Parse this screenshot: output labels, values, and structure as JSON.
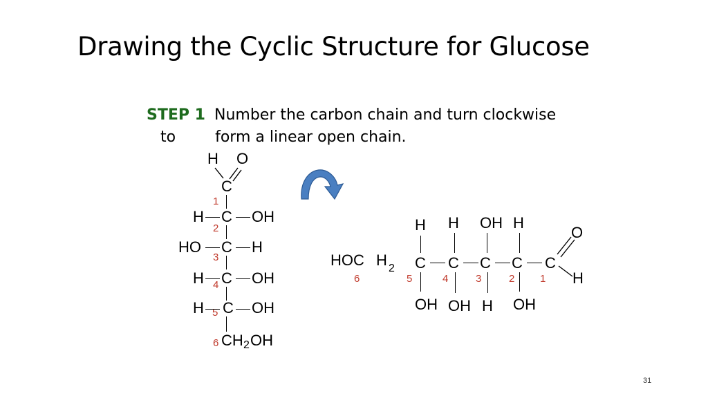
{
  "slide": {
    "title": "Drawing the Cyclic Structure for Glucose",
    "step_label": "STEP 1",
    "step_text_line1": "Number the carbon chain and turn clockwise",
    "step_text_line2_a": "to",
    "step_text_line2_b": "form a linear open chain.",
    "page_number": "31"
  },
  "fischer": {
    "c1_h": "H",
    "c1_o": "O",
    "c1": "C",
    "n1": "1",
    "c2_left": "H",
    "c2": "C",
    "c2_right": "OH",
    "n2": "2",
    "c3_left": "HO",
    "c3": "C",
    "c3_right": "H",
    "n3": "3",
    "c4_left": "H",
    "c4": "C",
    "c4_right": "OH",
    "n4": "4",
    "c5_left": "H",
    "c5": "C",
    "c5_right": "OH",
    "n5": "5",
    "n6": "6",
    "c6_main": "CH",
    "c6_sub": "2",
    "c6_end": "OH"
  },
  "linear": {
    "hoc": "HOC",
    "h2_main": "H",
    "h2_sub": "2",
    "c5": "C",
    "c4": "C",
    "c3": "C",
    "c2": "C",
    "c1": "C",
    "top5": "H",
    "top4": "H",
    "top3": "OH",
    "top2": "H",
    "bot5": "OH",
    "bot4": "OH",
    "bot3": "H",
    "bot2": "OH",
    "o": "O",
    "h": "H",
    "n6": "6",
    "n5": "5",
    "n4": "4",
    "n3": "3",
    "n2": "2",
    "n1": "1"
  },
  "colors": {
    "step_label": "#1e6b1e",
    "numbers": "#c0392b",
    "arrow": "#4a7fc1"
  },
  "icons": {
    "rotation_arrow": "clockwise-curved-arrow-icon"
  }
}
